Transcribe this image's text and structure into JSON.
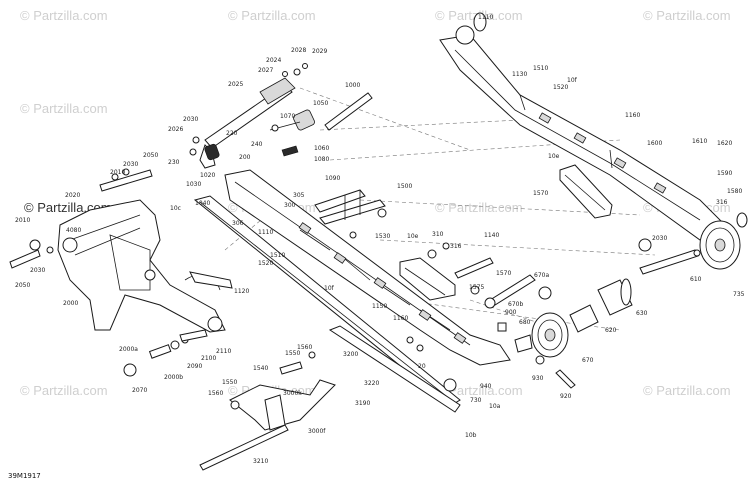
{
  "diagram": {
    "reference_code": "39M1917",
    "watermarks": [
      "© Partzilla.com",
      "© Partzilla.com",
      "© Partzilla.com",
      "© Partzilla.com",
      "© Partzilla.com",
      "© Partzilla.com",
      "© Partzilla.com",
      "© Partzilla.com",
      "© Partzilla.com",
      "© Partzilla.com",
      "© Partzilla.com",
      "© Partzilla.com"
    ],
    "main_watermark": "© Partzilla.com",
    "labels": [
      "2024",
      "2028",
      "2029",
      "2027",
      "2025",
      "1050",
      "1000",
      "2030",
      "2026",
      "220",
      "1070",
      "240",
      "200",
      "1060",
      "1080",
      "230",
      "2050",
      "2030",
      "2010",
      "1020",
      "1030",
      "1040",
      "305",
      "300",
      "306",
      "1090",
      "1500",
      "2020",
      "10c",
      "4080",
      "2010",
      "1110",
      "1510",
      "1520",
      "1530",
      "10e",
      "310",
      "316",
      "1140",
      "2030",
      "2050",
      "2000",
      "1120",
      "10f",
      "1150",
      "1160",
      "1570",
      "670a",
      "670b",
      "1575",
      "900",
      "680",
      "1550",
      "1560",
      "2000a",
      "2110",
      "2100",
      "2090",
      "2000b",
      "2070",
      "1540",
      "3200",
      "3220",
      "3000k",
      "3000f",
      "3190",
      "1560",
      "1550",
      "3210",
      "20",
      "940",
      "730",
      "10a",
      "10b",
      "930",
      "920",
      "670",
      "620",
      "630",
      "610",
      "735",
      "1110",
      "1130",
      "1510",
      "1520",
      "10f",
      "1160",
      "1600",
      "1610",
      "1620",
      "1590",
      "1580",
      "316",
      "10e",
      "1570",
      "2030"
    ]
  }
}
